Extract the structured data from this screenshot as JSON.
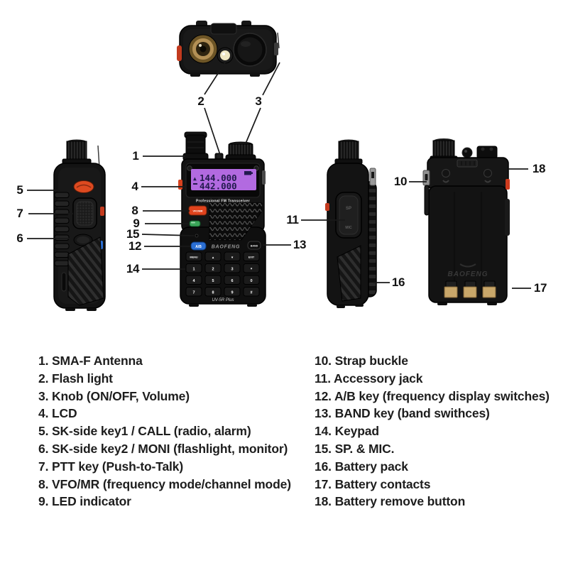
{
  "product": {
    "lcd": {
      "arrow": "▲",
      "line1": "144.000",
      "line2": "442.000",
      "tagline": "Professional FM Transceiver"
    },
    "front": {
      "vfo_mr": "VFO/MR",
      "ab": "A/B",
      "band": "BAND",
      "brand": "BAOFENG",
      "model": "UV-5R Plus"
    },
    "side": {
      "sp": "SP",
      "mic": "MIC"
    },
    "back": {
      "brand": "BAOFENG"
    },
    "keypad": [
      "MENU",
      "▲",
      "▼",
      "EXIT",
      "1",
      "2",
      "3",
      "*",
      "4",
      "5",
      "6",
      "0",
      "7",
      "8",
      "9",
      "#"
    ]
  },
  "callouts": [
    "1",
    "2",
    "3",
    "4",
    "5",
    "6",
    "7",
    "8",
    "9",
    "10",
    "11",
    "12",
    "13",
    "14",
    "15",
    "16",
    "17",
    "18"
  ],
  "legend": {
    "left": [
      "1. SMA-F Antenna",
      "2. Flash light",
      "3. Knob (ON/OFF, Volume)",
      "4. LCD",
      "5. SK-side key1 / CALL (radio, alarm)",
      "6. SK-side key2 / MONI (flashlight, monitor)",
      "7. PTT key (Push-to-Talk)",
      "8. VFO/MR (frequency mode/channel mode)",
      "9. LED indicator"
    ],
    "right": [
      "10. Strap buckle",
      "11. Accessory jack",
      "12. A/B key (frequency display switches)",
      "13. BAND key (band swithces)",
      "14. Keypad",
      "15. SP. & MIC.",
      "16. Battery pack",
      "17. Battery contacts",
      "18. Battery remove button"
    ]
  },
  "colors": {
    "lcd_screen": "#b26ae0",
    "lcd_text": "#221a4e",
    "accent_orange": "#dd4420",
    "led_green": "#3aa659",
    "ab_blue": "#2b6fd4",
    "brass": "#b39055",
    "battery_contact_gold": "#c9a76a",
    "body_black": "#131313"
  }
}
